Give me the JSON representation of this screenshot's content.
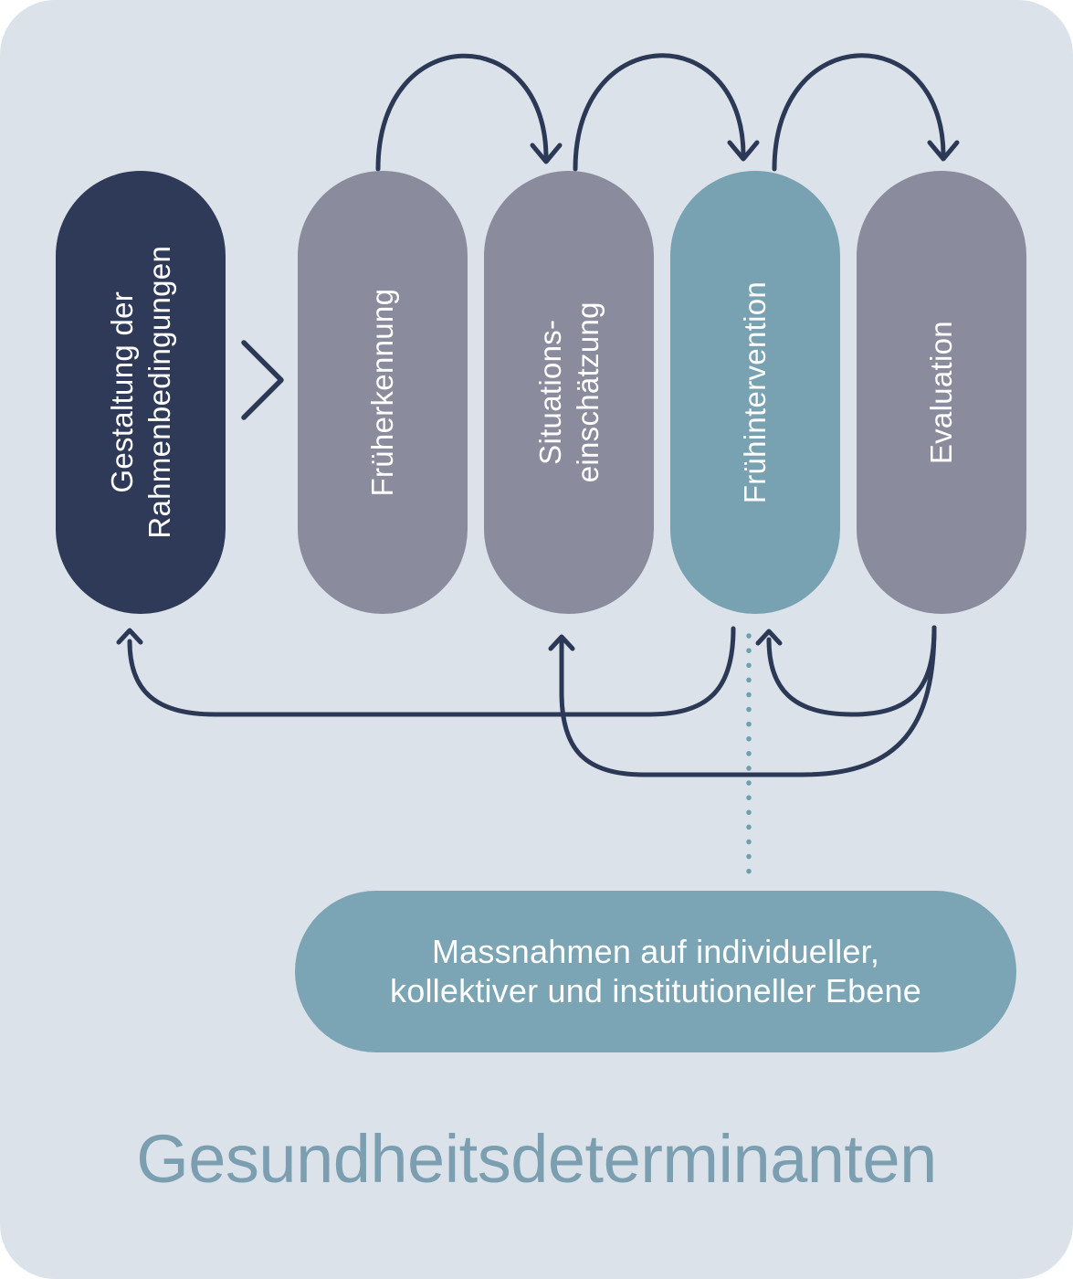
{
  "diagram": {
    "stages": [
      {
        "id": "rahmenbedingungen",
        "label": "Gestaltung der\nRahmenbedingungen",
        "color": "#2e3a58",
        "text_color": "#ffffff"
      },
      {
        "id": "frueherkennung",
        "label": "Früherkennung",
        "color": "#8b8b9e",
        "text_color": "#ffffff"
      },
      {
        "id": "situationseinschaetzung",
        "label": "Situations-\neinschätzung",
        "color": "#8b8b9e",
        "text_color": "#ffffff"
      },
      {
        "id": "fruehintervention",
        "label": "Frühintervention",
        "color": "#78a2b2",
        "text_color": "#ffffff"
      },
      {
        "id": "evaluation",
        "label": "Evaluation",
        "color": "#8b8b9e",
        "text_color": "#ffffff"
      }
    ],
    "connections": {
      "sequence_chevron": {
        "from": "rahmenbedingungen",
        "to": "frueherkennung"
      },
      "top_arcs": [
        {
          "from": "frueherkennung",
          "to": "situationseinschaetzung"
        },
        {
          "from": "situationseinschaetzung",
          "to": "fruehintervention"
        },
        {
          "from": "fruehintervention",
          "to": "evaluation"
        }
      ],
      "feedback_arrows": [
        {
          "from": "fruehintervention",
          "to": "rahmenbedingungen"
        },
        {
          "from": "evaluation",
          "to": "fruehintervention"
        },
        {
          "from": "evaluation",
          "to": "situationseinschaetzung"
        }
      ],
      "dotted_link": {
        "from": "fruehintervention",
        "to": "measures_box"
      }
    },
    "measures_box": {
      "label": "Massnahmen auf individueller,\nkollektiver und institutioneller Ebene",
      "color": "#7ba5b4",
      "text_color": "#ffffff"
    },
    "footer_title": "Gesundheitsdeterminanten",
    "colors": {
      "background": "#dbe2e9",
      "arrow": "#2c3956",
      "dotted_line": "#6d9fae",
      "footer_title": "#7b9fb0"
    }
  }
}
